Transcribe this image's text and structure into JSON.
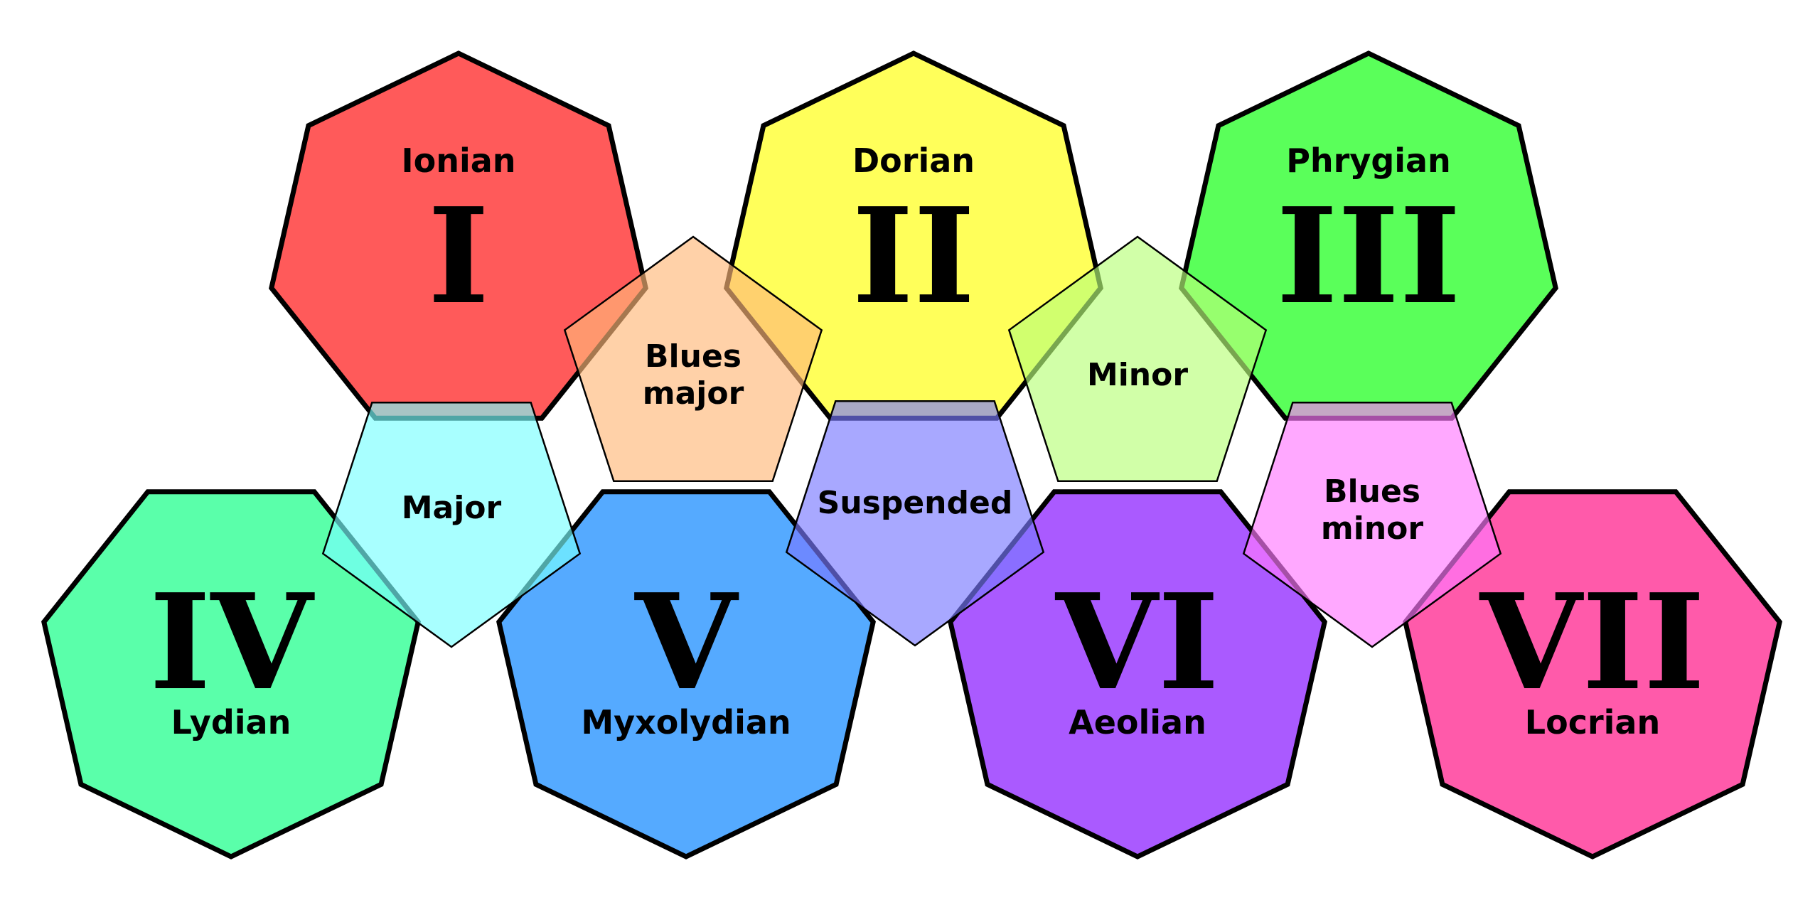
{
  "modes": [
    {
      "key": "ionian",
      "numeral": "I",
      "name": "Ionian",
      "color": "#ff5a5a",
      "row": "top"
    },
    {
      "key": "dorian",
      "numeral": "II",
      "name": "Dorian",
      "color": "#ffff5a",
      "row": "top"
    },
    {
      "key": "phrygian",
      "numeral": "III",
      "name": "Phrygian",
      "color": "#5aff5a",
      "row": "top"
    },
    {
      "key": "lydian",
      "numeral": "IV",
      "name": "Lydian",
      "color": "#5affaa",
      "row": "bottom"
    },
    {
      "key": "mixolydian",
      "numeral": "V",
      "name": "Myxolydian",
      "color": "#55aaff",
      "row": "bottom"
    },
    {
      "key": "aeolian",
      "numeral": "VI",
      "name": "Aeolian",
      "color": "#aa5aff",
      "row": "bottom"
    },
    {
      "key": "locrian",
      "numeral": "VII",
      "name": "Locrian",
      "color": "#ff5aaa",
      "row": "bottom"
    }
  ],
  "scales": [
    {
      "key": "blues-major",
      "lines": [
        "Blues",
        "major"
      ],
      "color": "#ffb979"
    },
    {
      "key": "minor",
      "lines": [
        "Minor"
      ],
      "color": "#b9ff79"
    },
    {
      "key": "major",
      "lines": [
        "Major"
      ],
      "color": "#79ffff"
    },
    {
      "key": "suspended",
      "lines": [
        "Suspended"
      ],
      "color": "#7979ff"
    },
    {
      "key": "blues-minor",
      "lines": [
        "Blues",
        "minor"
      ],
      "color": "#ff79ff"
    }
  ]
}
